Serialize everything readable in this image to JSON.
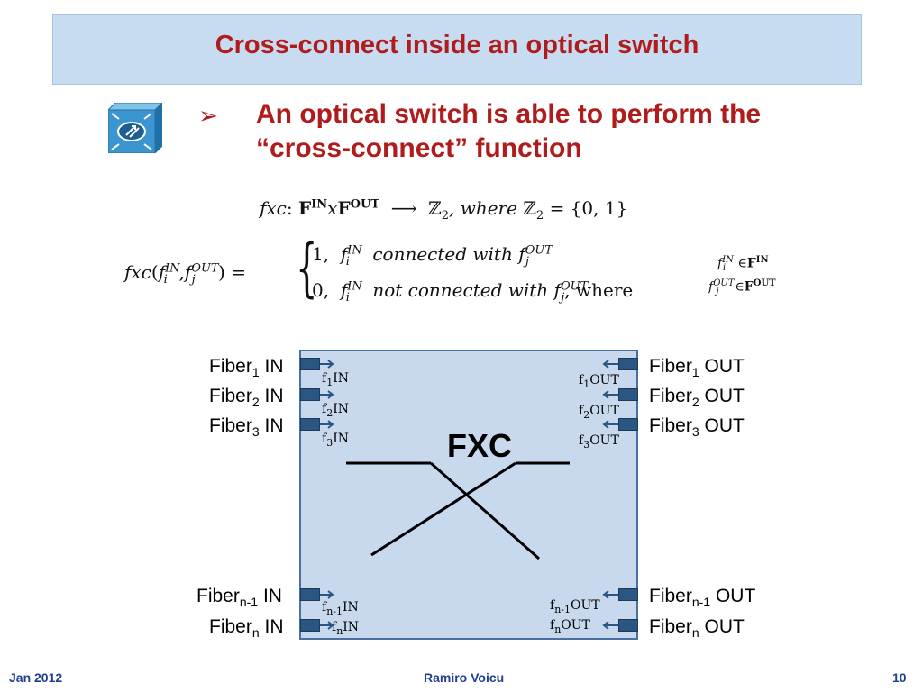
{
  "title": "Cross-connect inside an optical switch",
  "bullet": {
    "marker": "➢",
    "text_line1": "An optical switch is able to perform the",
    "text_line2": "“cross-connect” function"
  },
  "equation1": {
    "fxc": "fxc",
    "colon": ":",
    "F": "F",
    "in": "IN",
    "x": "x",
    "out": "OUT",
    "arrow": "⟶",
    "Z": "ℤ",
    "two": "2",
    "where": ", where ",
    "set": "= {0, 1}"
  },
  "equation2": {
    "lhs_fxc": "fxc",
    "open": "(",
    "f": "f",
    "i": "i",
    "j": "j",
    "in": "IN",
    "out": "OUT",
    "comma": ",",
    "close": ")",
    "equals": "=",
    "brace": "{",
    "case1_value": "1,",
    "case1_text": "connected with",
    "case2_value": "0,",
    "case2_text": "not connected with",
    "where": ", where",
    "element_of": "∈",
    "F": "F"
  },
  "diagram": {
    "center_label": "FXC",
    "inputs": [
      {
        "name": "Fiber",
        "sub": "1",
        "dir": "IN",
        "port_prefix": "f",
        "port_sub": "1",
        "port_dir": "IN"
      },
      {
        "name": "Fiber",
        "sub": "2",
        "dir": "IN",
        "port_prefix": "f",
        "port_sub": "2",
        "port_dir": "IN"
      },
      {
        "name": "Fiber",
        "sub": "3",
        "dir": "IN",
        "port_prefix": "f",
        "port_sub": "3",
        "port_dir": "IN"
      },
      {
        "name": "Fiber",
        "sub": "n-1",
        "dir": "IN",
        "port_prefix": "f",
        "port_sub": "n-1",
        "port_dir": "IN"
      },
      {
        "name": "Fiber",
        "sub": "n",
        "dir": "IN",
        "port_prefix": "f",
        "port_sub": "n",
        "port_dir": "IN"
      }
    ],
    "outputs": [
      {
        "name": "Fiber",
        "sub": "1",
        "dir": "OUT",
        "port_prefix": "f",
        "port_sub": "1",
        "port_dir": "OUT"
      },
      {
        "name": "Fiber",
        "sub": "2",
        "dir": "OUT",
        "port_prefix": "f",
        "port_sub": "2",
        "port_dir": "OUT"
      },
      {
        "name": "Fiber",
        "sub": "3",
        "dir": "OUT",
        "port_prefix": "f",
        "port_sub": "3",
        "port_dir": "OUT"
      },
      {
        "name": "Fiber",
        "sub": "n-1",
        "dir": "OUT",
        "port_prefix": "f",
        "port_sub": "n-1",
        "port_dir": "OUT"
      },
      {
        "name": "Fiber",
        "sub": "n",
        "dir": "OUT",
        "port_prefix": "f",
        "port_sub": "n",
        "port_dir": "OUT"
      }
    ]
  },
  "footer": {
    "date": "Jan 2012",
    "author": "Ramiro Voicu",
    "page": "10"
  },
  "colors": {
    "title": "#b01b1b",
    "title_bar": "#c7dcf1",
    "box_fill": "#c8d9ee",
    "port": "#2c5682",
    "footer": "#1f3f8f"
  },
  "icons": [
    "optical-switch-icon",
    "arrow-bullet-icon"
  ]
}
